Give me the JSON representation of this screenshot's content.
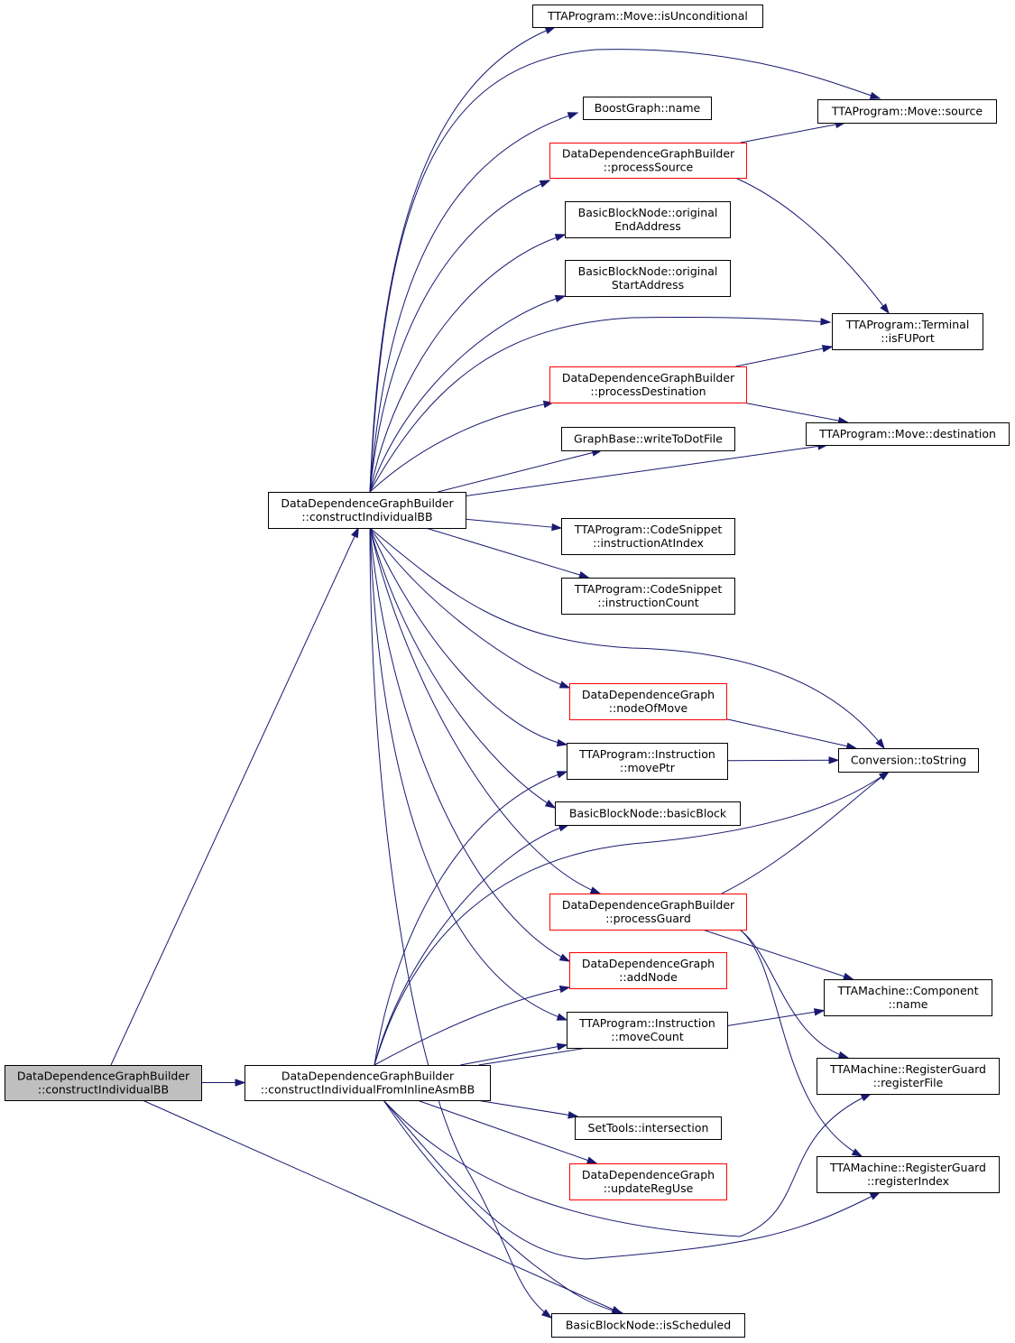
{
  "colors": {
    "edge": "#191970",
    "node_border": "#000000",
    "node_border_highlight": "#ff0000",
    "root_fill": "#bfbfbf"
  },
  "nodes": {
    "root": {
      "lines": [
        "DataDependenceGraphBuilder",
        "::constructIndividualBB"
      ]
    },
    "cibb": {
      "lines": [
        "DataDependenceGraphBuilder",
        "::constructIndividualBB"
      ]
    },
    "ciasm": {
      "lines": [
        "DataDependenceGraphBuilder",
        "::constructIndividualFromInlineAsmBB"
      ]
    },
    "isUncond": {
      "lines": [
        "TTAProgram::Move::isUnconditional"
      ]
    },
    "bgName": {
      "lines": [
        "BoostGraph::name"
      ]
    },
    "procSource": {
      "lines": [
        "DataDependenceGraphBuilder",
        "::processSource"
      ]
    },
    "origEnd": {
      "lines": [
        "BasicBlockNode::original",
        "EndAddress"
      ]
    },
    "origStart": {
      "lines": [
        "BasicBlockNode::original",
        "StartAddress"
      ]
    },
    "procDest": {
      "lines": [
        "DataDependenceGraphBuilder",
        "::processDestination"
      ]
    },
    "writeDot": {
      "lines": [
        "GraphBase::writeToDotFile"
      ]
    },
    "instrAt": {
      "lines": [
        "TTAProgram::CodeSnippet",
        "::instructionAtIndex"
      ]
    },
    "instrCount": {
      "lines": [
        "TTAProgram::CodeSnippet",
        "::instructionCount"
      ]
    },
    "nodeOfMove": {
      "lines": [
        "DataDependenceGraph",
        "::nodeOfMove"
      ]
    },
    "movePtr": {
      "lines": [
        "TTAProgram::Instruction",
        "::movePtr"
      ]
    },
    "basicBlock": {
      "lines": [
        "BasicBlockNode::basicBlock"
      ]
    },
    "procGuard": {
      "lines": [
        "DataDependenceGraphBuilder",
        "::processGuard"
      ]
    },
    "addNode": {
      "lines": [
        "DataDependenceGraph",
        "::addNode"
      ]
    },
    "moveCount": {
      "lines": [
        "TTAProgram::Instruction",
        "::moveCount"
      ]
    },
    "intersection": {
      "lines": [
        "SetTools::intersection"
      ]
    },
    "updateRegUse": {
      "lines": [
        "DataDependenceGraph",
        "::updateRegUse"
      ]
    },
    "isScheduled": {
      "lines": [
        "BasicBlockNode::isScheduled"
      ]
    },
    "moveSource": {
      "lines": [
        "TTAProgram::Move::source"
      ]
    },
    "isFUPort": {
      "lines": [
        "TTAProgram::Terminal",
        "::isFUPort"
      ]
    },
    "moveDest": {
      "lines": [
        "TTAProgram::Move::destination"
      ]
    },
    "toString": {
      "lines": [
        "Conversion::toString"
      ]
    },
    "compName": {
      "lines": [
        "TTAMachine::Component",
        "::name"
      ]
    },
    "regFile": {
      "lines": [
        "TTAMachine::RegisterGuard",
        "::registerFile"
      ]
    },
    "regIndex": {
      "lines": [
        "TTAMachine::RegisterGuard",
        "::registerIndex"
      ]
    }
  },
  "edges": [
    [
      "root",
      "cibb"
    ],
    [
      "root",
      "ciasm"
    ],
    [
      "root",
      "isScheduled"
    ],
    [
      "cibb",
      "isUncond"
    ],
    [
      "cibb",
      "moveSource"
    ],
    [
      "cibb",
      "bgName"
    ],
    [
      "cibb",
      "procSource"
    ],
    [
      "cibb",
      "origEnd"
    ],
    [
      "cibb",
      "origStart"
    ],
    [
      "cibb",
      "isFUPort"
    ],
    [
      "cibb",
      "procDest"
    ],
    [
      "cibb",
      "writeDot"
    ],
    [
      "cibb",
      "moveDest"
    ],
    [
      "cibb",
      "instrAt"
    ],
    [
      "cibb",
      "instrCount"
    ],
    [
      "cibb",
      "toString"
    ],
    [
      "cibb",
      "nodeOfMove"
    ],
    [
      "cibb",
      "movePtr"
    ],
    [
      "cibb",
      "basicBlock"
    ],
    [
      "cibb",
      "procGuard"
    ],
    [
      "cibb",
      "addNode"
    ],
    [
      "cibb",
      "moveCount"
    ],
    [
      "cibb",
      "isScheduled"
    ],
    [
      "procSource",
      "moveSource"
    ],
    [
      "procSource",
      "isFUPort"
    ],
    [
      "procDest",
      "isFUPort"
    ],
    [
      "procDest",
      "moveDest"
    ],
    [
      "nodeOfMove",
      "toString"
    ],
    [
      "movePtr",
      "toString"
    ],
    [
      "procGuard",
      "toString"
    ],
    [
      "procGuard",
      "compName"
    ],
    [
      "procGuard",
      "regFile"
    ],
    [
      "procGuard",
      "regIndex"
    ],
    [
      "ciasm",
      "movePtr"
    ],
    [
      "ciasm",
      "basicBlock"
    ],
    [
      "ciasm",
      "toString"
    ],
    [
      "ciasm",
      "addNode"
    ],
    [
      "ciasm",
      "moveCount"
    ],
    [
      "ciasm",
      "compName"
    ],
    [
      "ciasm",
      "intersection"
    ],
    [
      "ciasm",
      "updateRegUse"
    ],
    [
      "ciasm",
      "regFile"
    ],
    [
      "ciasm",
      "regIndex"
    ],
    [
      "ciasm",
      "isScheduled"
    ]
  ]
}
